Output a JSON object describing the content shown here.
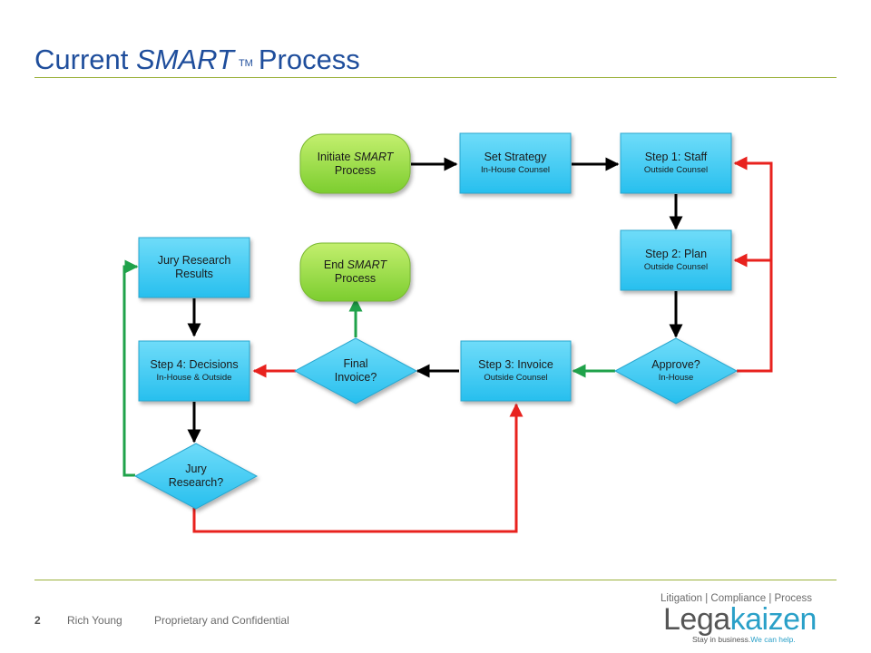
{
  "title": {
    "prefix": "Current ",
    "emphasis": "SMART",
    "tm": "TM",
    "suffix": "Process"
  },
  "nodes": {
    "initiate": {
      "line1_a": "Initiate ",
      "line1_b": "SMART",
      "line2": "Process"
    },
    "set_strategy": {
      "label": "Set Strategy",
      "sub": "In-House Counsel"
    },
    "step1": {
      "label": "Step 1: Staff",
      "sub": "Outside Counsel"
    },
    "step2": {
      "label": "Step 2: Plan",
      "sub": "Outside Counsel"
    },
    "approve": {
      "label": "Approve?",
      "sub": "In-House"
    },
    "step3": {
      "label": "Step 3: Invoice",
      "sub": "Outside Counsel"
    },
    "final_invoice": {
      "line1": "Final",
      "line2": "Invoice?"
    },
    "end": {
      "line1_a": "End ",
      "line1_b": "SMART",
      "line2": "Process"
    },
    "step4": {
      "label": "Step 4: Decisions",
      "sub": "In-House & Outside"
    },
    "jury_research_q": {
      "line1": "Jury",
      "line2": "Research?"
    },
    "jury_results": {
      "line1": "Jury Research",
      "line2": "Results"
    }
  },
  "footer": {
    "page": "2",
    "author": "Rich Young",
    "confidential": "Proprietary and Confidential"
  },
  "logo": {
    "tagline": "Litigation | Compliance | Process",
    "word_a": "Lega",
    "word_b": "kaizen",
    "sub_a": "Stay in business.",
    "sub_b": "We can help."
  },
  "colors": {
    "title": "#1f4e9c",
    "rule": "#9bb13c",
    "process_box": "#33c8f2",
    "terminal": "#8fd63a",
    "arrow_default": "#000000",
    "arrow_no": "#e8221e",
    "arrow_yes": "#1fa24a"
  }
}
